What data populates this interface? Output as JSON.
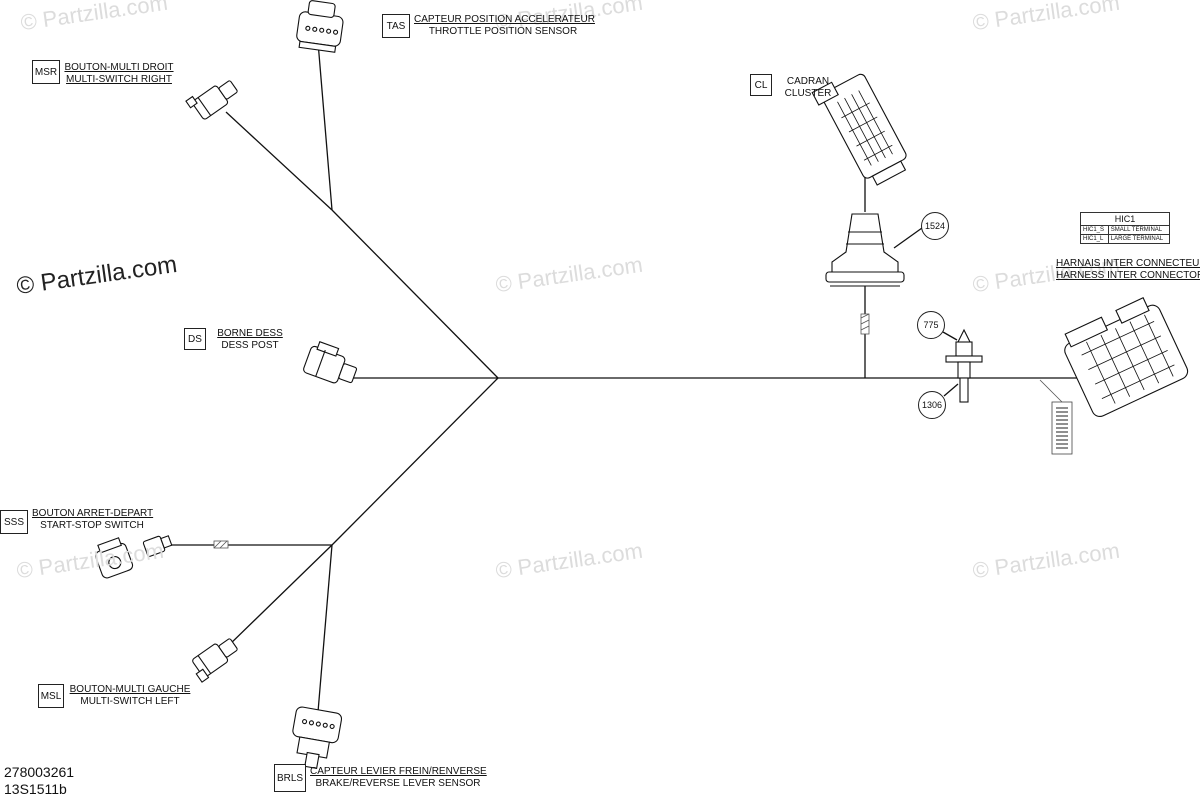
{
  "watermark": {
    "text": "© Partzilla.com"
  },
  "connectors": {
    "tas": {
      "code": "TAS",
      "fr": "CAPTEUR POSITION ACCELERATEUR",
      "en": "THROTTLE POSITION SENSOR"
    },
    "msr": {
      "code": "MSR",
      "fr": "BOUTON-MULTI DROIT",
      "en": "MULTI-SWITCH RIGHT"
    },
    "cl": {
      "code": "CL",
      "fr": "CADRAN",
      "en": "CLUSTER"
    },
    "ds": {
      "code": "DS",
      "fr": "BORNE DESS",
      "en": "DESS POST"
    },
    "hic": {
      "fr": "HARNAIS INTER CONNECTEUR",
      "en": "HARNESS INTER CONNECTOR"
    },
    "sss": {
      "code": "SSS",
      "fr": "BOUTON ARRET-DEPART",
      "en": "START-STOP SWITCH"
    },
    "msl": {
      "code": "MSL",
      "fr": "BOUTON-MULTI GAUCHE",
      "en": "MULTI-SWITCH LEFT"
    },
    "brls": {
      "code": "BRLS",
      "fr": "CAPTEUR LEVIER FREIN/RENVERSE",
      "en": "BRAKE/REVERSE LEVER SENSOR"
    }
  },
  "hic_table": {
    "title": "HIC1",
    "rows": [
      {
        "code": "HIC1_S",
        "desc": "SMALL TERMINAL"
      },
      {
        "code": "HIC1_L",
        "desc": "LARGE TERMINAL"
      }
    ]
  },
  "callouts": {
    "c1524": "1524",
    "c775": "775",
    "c1306": "1306"
  },
  "document": {
    "part_number": "278003261",
    "drawing_id": "13S1511b"
  }
}
